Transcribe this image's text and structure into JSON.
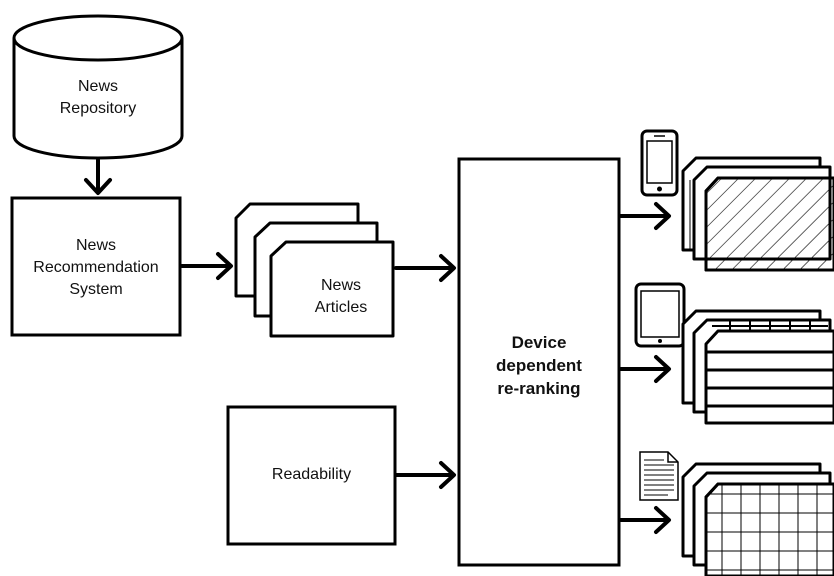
{
  "diagram": {
    "repository": {
      "line1": "News",
      "line2": "Repository"
    },
    "recommender": {
      "line1": "News",
      "line2": "Recommendation",
      "line3": "System"
    },
    "articles": {
      "line1": "News",
      "line2": "Articles"
    },
    "readability": {
      "label": "Readability"
    },
    "reranking": {
      "line1": "Device",
      "line2": "dependent",
      "line3": "re-ranking"
    }
  },
  "colors": {
    "stroke": "#000000",
    "fill": "#ffffff",
    "text": "#111111"
  },
  "icons": [
    "database-cylinder",
    "document-stack-icon",
    "smartphone-icon",
    "tablet-icon",
    "document-page-icon",
    "arrow-right-icon",
    "arrow-down-icon"
  ]
}
